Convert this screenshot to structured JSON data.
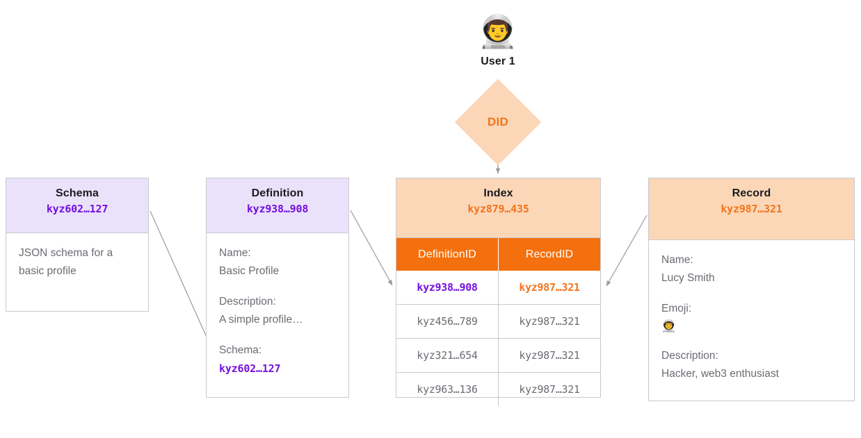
{
  "colors": {
    "purple_id": "#7510e0",
    "orange_id": "#f2741c",
    "orange_header": "#f4700f",
    "lavender_header": "#eae2fa",
    "peach_header": "#fbd7b8",
    "body_text": "#6b6b73",
    "title_text": "#1b1b1f",
    "border": "#c9c9cf",
    "connector": "#9a9aa2"
  },
  "user": {
    "icon": "astronaut-emoji",
    "emoji": "👨‍🚀",
    "label": "User 1"
  },
  "did": {
    "label": "DID",
    "shape": "diamond"
  },
  "schema": {
    "title": "Schema",
    "id": "kyz602…127",
    "body_text": "JSON schema for a basic profile"
  },
  "definition": {
    "title": "Definition",
    "id": "kyz938…908",
    "fields": [
      {
        "label": "Name:",
        "value": "Basic Profile",
        "mono": false
      },
      {
        "label": "Description:",
        "value": "A simple profile…",
        "mono": false
      },
      {
        "label": "Schema:",
        "value": "kyz602…127",
        "mono": true
      }
    ]
  },
  "index": {
    "title": "Index",
    "id": "kyz879…435",
    "columns": [
      "DefinitionID",
      "RecordID"
    ],
    "rows": [
      {
        "definition_id": "kyz938…908",
        "record_id": "kyz987…321",
        "highlight": true
      },
      {
        "definition_id": "kyz456…789",
        "record_id": "kyz987…321",
        "highlight": false
      },
      {
        "definition_id": "kyz321…654",
        "record_id": "kyz987…321",
        "highlight": false
      },
      {
        "definition_id": "kyz963…136",
        "record_id": "kyz987…321",
        "highlight": false
      }
    ]
  },
  "record": {
    "title": "Record",
    "id": "kyz987…321",
    "fields": [
      {
        "label": "Name:",
        "value": "Lucy Smith",
        "mono": false,
        "emoji": false
      },
      {
        "label": "Emoji:",
        "value": "👨‍🚀",
        "mono": false,
        "emoji": true
      },
      {
        "label": "Description:",
        "value": "Hacker, web3 enthusiast",
        "mono": false,
        "emoji": false
      }
    ]
  },
  "connectors": [
    {
      "name": "did-to-index",
      "from": "DID",
      "to": "Index"
    },
    {
      "name": "schema-to-definition",
      "from": "Schema",
      "to": "Definition"
    },
    {
      "name": "definition-to-index",
      "from": "Definition",
      "to": "Index"
    },
    {
      "name": "record-to-index",
      "from": "Record",
      "to": "Index"
    }
  ]
}
